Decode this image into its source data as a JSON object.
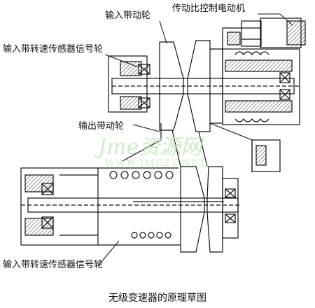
{
  "labels": {
    "input_pulley": "输入带动轮",
    "ratio_motor": "传动比控制电动机",
    "input_sensor_wheel_top": "输入带转速传感器信号轮",
    "output_pulley": "输出带动轮",
    "input_sensor_wheel_bottom": "输入带转速传感器信号轮"
  },
  "caption": "无级变速器的原理草图",
  "watermark": {
    "script": "Jme资源网",
    "url": "WWW.JMEZY.NET"
  },
  "colors": {
    "line": "#111111",
    "hatch": "#333333",
    "watermark": "#bfe3b6"
  }
}
